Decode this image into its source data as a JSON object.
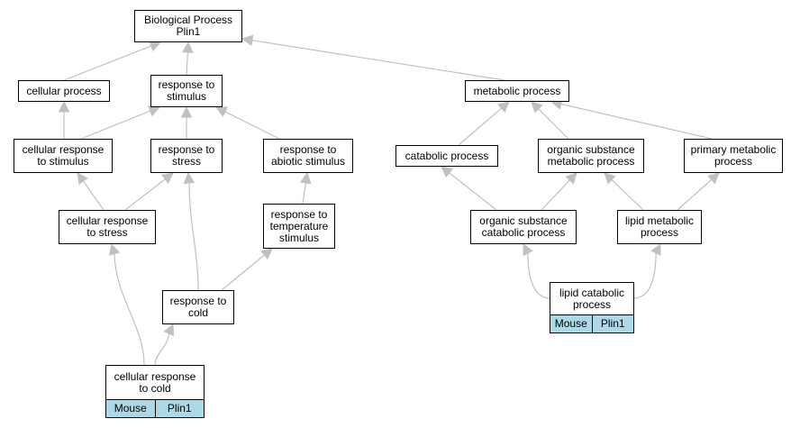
{
  "colors": {
    "edge": "#c0c0c0",
    "node_border": "#000000",
    "node_fill": "#ffffff",
    "tag_fill": "#add8e6"
  },
  "nodes": [
    {
      "id": "root",
      "label": "Biological Process\nPlin1"
    },
    {
      "id": "cellular_process",
      "label": "cellular process"
    },
    {
      "id": "response_to_stimulus",
      "label": "response to\nstimulus"
    },
    {
      "id": "metabolic_process",
      "label": "metabolic process"
    },
    {
      "id": "cellular_response_to_stimulus",
      "label": "cellular response\nto stimulus"
    },
    {
      "id": "response_to_stress",
      "label": "response to\nstress"
    },
    {
      "id": "response_to_abiotic_stimulus",
      "label": "response to\nabiotic stimulus"
    },
    {
      "id": "catabolic_process",
      "label": "catabolic process"
    },
    {
      "id": "organic_substance_metabolic_process",
      "label": "organic substance\nmetabolic process"
    },
    {
      "id": "primary_metabolic_process",
      "label": "primary metabolic\nprocess"
    },
    {
      "id": "cellular_response_to_stress",
      "label": "cellular response\nto stress"
    },
    {
      "id": "response_to_temperature_stimulus",
      "label": "response to\ntemperature\nstimulus"
    },
    {
      "id": "organic_substance_catabolic_process",
      "label": "organic substance\ncatabolic process"
    },
    {
      "id": "lipid_metabolic_process",
      "label": "lipid metabolic\nprocess"
    },
    {
      "id": "response_to_cold",
      "label": "response to\ncold"
    },
    {
      "id": "lipid_catabolic_process",
      "label": "lipid catabolic\nprocess",
      "tags": [
        "Mouse",
        "Plin1"
      ]
    },
    {
      "id": "cellular_response_to_cold",
      "label": "cellular response\nto cold",
      "tags": [
        "Mouse",
        "Plin1"
      ]
    }
  ],
  "edges": [
    [
      "cellular_process",
      "root"
    ],
    [
      "response_to_stimulus",
      "root"
    ],
    [
      "metabolic_process",
      "root"
    ],
    [
      "cellular_response_to_stimulus",
      "cellular_process"
    ],
    [
      "cellular_response_to_stimulus",
      "response_to_stimulus"
    ],
    [
      "response_to_stress",
      "response_to_stimulus"
    ],
    [
      "response_to_abiotic_stimulus",
      "response_to_stimulus"
    ],
    [
      "catabolic_process",
      "metabolic_process"
    ],
    [
      "organic_substance_metabolic_process",
      "metabolic_process"
    ],
    [
      "primary_metabolic_process",
      "metabolic_process"
    ],
    [
      "cellular_response_to_stress",
      "cellular_response_to_stimulus"
    ],
    [
      "cellular_response_to_stress",
      "response_to_stress"
    ],
    [
      "response_to_temperature_stimulus",
      "response_to_abiotic_stimulus"
    ],
    [
      "organic_substance_catabolic_process",
      "catabolic_process"
    ],
    [
      "organic_substance_catabolic_process",
      "organic_substance_metabolic_process"
    ],
    [
      "lipid_metabolic_process",
      "organic_substance_metabolic_process"
    ],
    [
      "lipid_metabolic_process",
      "primary_metabolic_process"
    ],
    [
      "response_to_cold",
      "response_to_stress"
    ],
    [
      "response_to_cold",
      "response_to_temperature_stimulus"
    ],
    [
      "lipid_catabolic_process",
      "organic_substance_catabolic_process"
    ],
    [
      "lipid_catabolic_process",
      "lipid_metabolic_process"
    ],
    [
      "cellular_response_to_cold",
      "cellular_response_to_stress"
    ],
    [
      "cellular_response_to_cold",
      "response_to_cold"
    ]
  ]
}
